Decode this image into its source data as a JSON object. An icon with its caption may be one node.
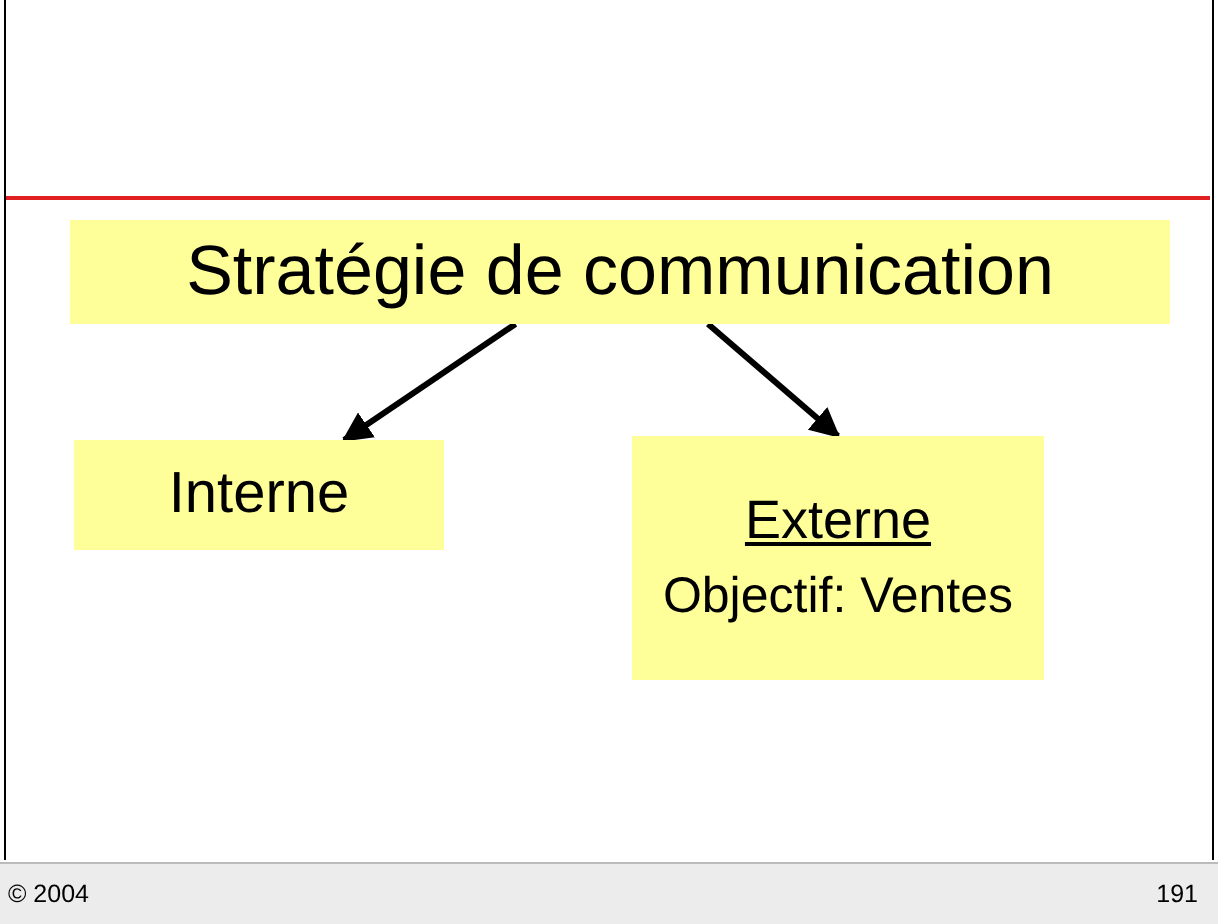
{
  "diagram": {
    "nodes": [
      {
        "text": [
          "Stratégie de communication"
        ]
      },
      {
        "text": [
          "Interne"
        ]
      },
      {
        "text": [
          "Externe",
          "Objectif: Ventes"
        ]
      }
    ],
    "edges": [
      {
        "from": 0,
        "to": 1,
        "arrow": "to"
      },
      {
        "from": 0,
        "to": 2,
        "arrow": "to"
      }
    ],
    "labels": [
      "© 2004",
      "191"
    ]
  }
}
